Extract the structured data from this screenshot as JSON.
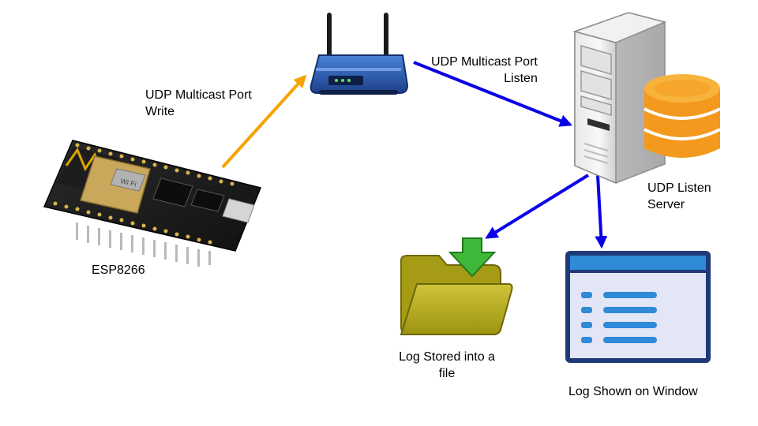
{
  "labels": {
    "esp_write": [
      "UDP Multicast Port",
      "Write"
    ],
    "router_listen": [
      "UDP Multicast Port",
      "Listen"
    ],
    "server": [
      "UDP Listen",
      "Server"
    ],
    "esp": "ESP8266",
    "file": [
      "Log Stored into a",
      "file"
    ],
    "window": "Log Shown on Window"
  },
  "icons": {
    "esp8266": "esp8266-board-icon",
    "router": "wifi-router-icon",
    "server": "server-tower-icon",
    "database": "database-icon",
    "folder": "folder-icon",
    "download": "download-arrow-icon",
    "window": "app-window-icon"
  },
  "colors": {
    "esp_arrow": "#f5a300",
    "udp_arrows": "#0a00e6",
    "router_body": "#2f62b8",
    "database": "#f39a1e",
    "folder": "#b7ad19",
    "download": "#3fb83a",
    "window_frame": "#1e3a78",
    "window_body": "#e3e6f6",
    "window_lines": "#2f8ad8"
  }
}
